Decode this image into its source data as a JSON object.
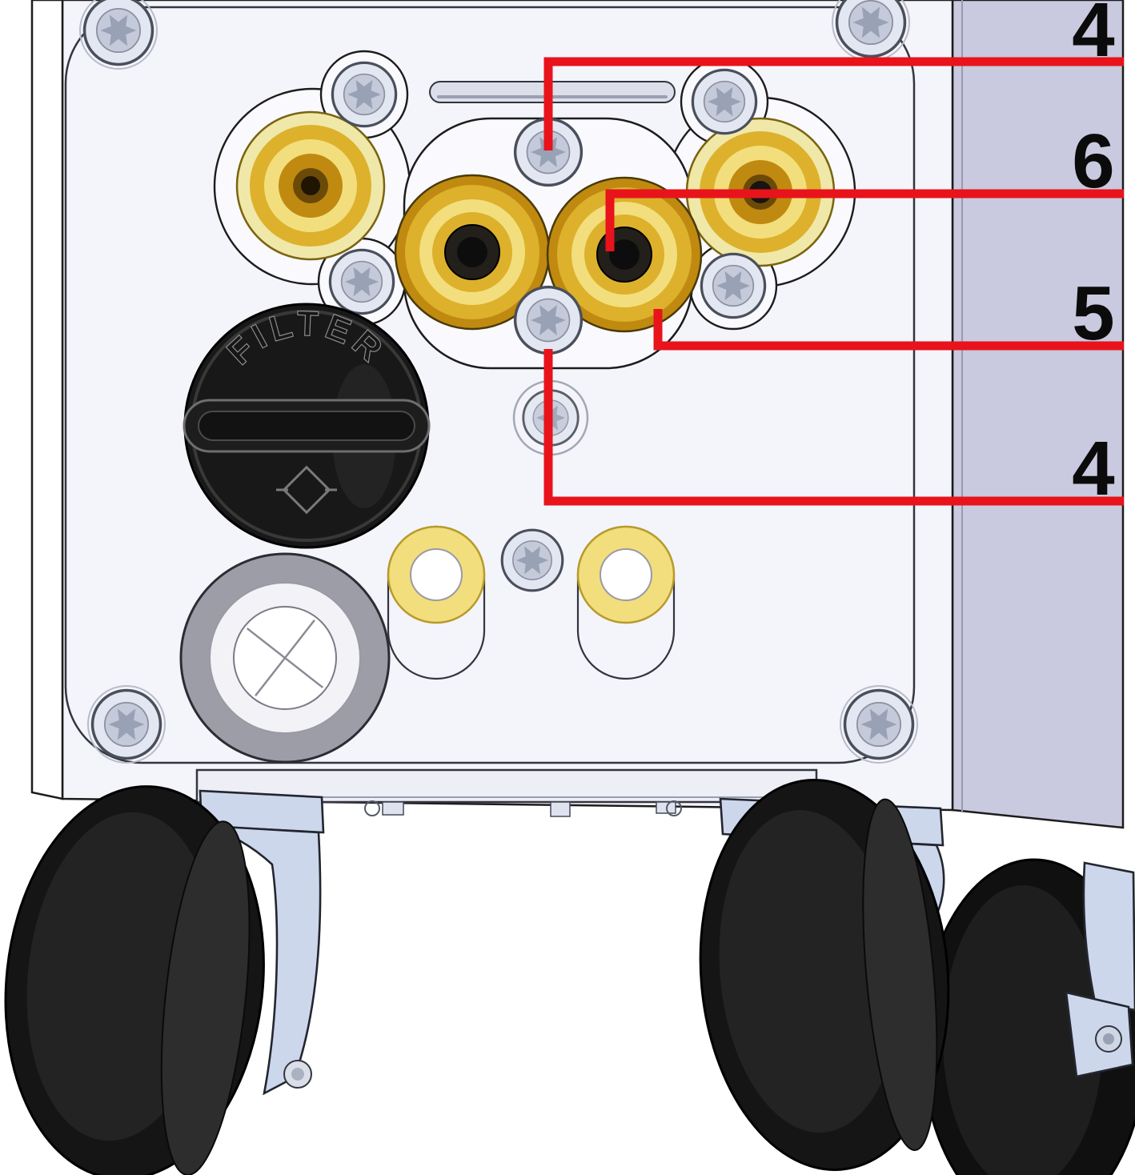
{
  "figure": {
    "type": "technical-diagram",
    "description": "Lower rear panel of a machine with brass connectors, filter cap, round port and caster wheels, annotated with numbered callouts"
  },
  "callouts": [
    {
      "label": "4",
      "points_to": "torx-screw-top-center"
    },
    {
      "label": "6",
      "points_to": "connector-center-contact"
    },
    {
      "label": "5",
      "points_to": "connector-center-body"
    },
    {
      "label": "4",
      "points_to": "torx-screw-bottom-center"
    }
  ],
  "filter_cap": {
    "label": "FILTER"
  },
  "colors": {
    "callout_red": "#e8131b",
    "panel_face": "#f4f4fb",
    "panel_side": "#c9c9df",
    "panel_inner": "#f9f9fe",
    "outline": "#1c1c1c",
    "brass": "#ddb12c",
    "brass_light": "#f3de7d",
    "brass_dark": "#c08a10",
    "brass_pale": "#f0e8a8",
    "screw_face": "#e3e7f1",
    "screw_ring": "#c4cad9",
    "screw_star": "#99a1b5",
    "cap_black": "#181818",
    "port_gray": "#9d9da8",
    "bracket_steel": "#cdd7ec",
    "wheel_black": "#151515"
  }
}
